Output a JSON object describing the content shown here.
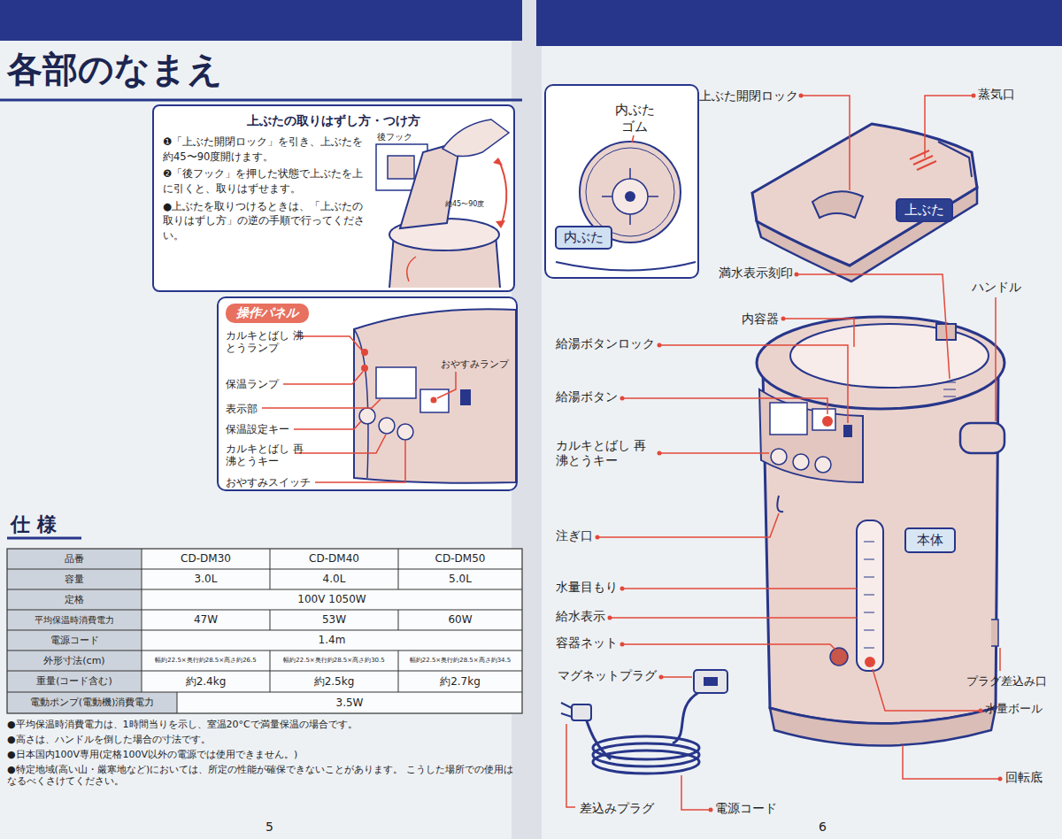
{
  "diagram": {
    "title": "各部のなまえ",
    "nodes": [
      {
        "text": [
          "上ぶたの取りはずし方・つけ方",
          "❶「上ぶた開閉ロック」を引き、上ぶたを約45〜90度開けます。",
          "❷「後フック」を押した状態で上ぶたを上に引くと、取りはずせます。",
          "●上ぶたを取りつけるときは、「上ぶたの取りはずし方」の逆の手順で行ってください。"
        ]
      },
      {
        "text": [
          "操作パネル"
        ]
      },
      {
        "text": [
          "内ぶた ゴム"
        ]
      },
      {
        "text": [
          "内ぶた"
        ],
        "in": 2
      },
      {
        "text": [
          "上ぶた"
        ]
      },
      {
        "text": [
          "本体"
        ]
      }
    ],
    "labels": [
      "後フック",
      "約45〜90度",
      "カルキとばし 沸とうランプ",
      "保温ランプ",
      "表示部",
      "保温設定キー",
      "カルキとばし 再沸とうキー",
      "おやすみスイッチ",
      "おやすみランプ",
      "仕 様",
      "品番",
      "CD-DM30",
      "CD-DM40",
      "CD-DM50",
      "容量",
      "3.0L",
      "4.0L",
      "5.0L",
      "定格",
      "100V 1050W",
      "平均保温時消費電力",
      "47W",
      "53W",
      "60W",
      "電源コード",
      "1.4m",
      "外形寸法(cm)",
      "幅約22.5×奥行約28.5×高さ約26.5",
      "幅約22.5×奥行約28.5×高さ約30.5",
      "幅約22.5×奥行約28.5×高さ約34.5",
      "重量(コード含む)",
      "約2.4kg",
      "約2.5kg",
      "約2.7kg",
      "電動ポンプ(電動機)消費電力",
      "3.5W",
      "●平均保温時消費電力は、1時間当りを示し、室温20°Cで満量保温の場合です。",
      "●高さは、ハンドルを倒した場合の寸法です。",
      "●日本国内100V専用(定格100V以外の電源では使用できません。)",
      "●特定地域(高い山・厳寒地など)においては、所定の性能が確保できないことがあります。 こうした場所での使用はなるべくさけてください。",
      "5",
      "上ぶた開閉ロック",
      "蒸気口",
      "満水表示刻印",
      "ハンドル",
      "内容器",
      "給湯ボタンロック",
      "給湯ボタン",
      "カルキとばし 再沸とうキー",
      "注ぎ口",
      "水量目もり",
      "給水表示",
      "容器ネット",
      "マグネットプラグ",
      "プラグ差込み口",
      "水量ボール",
      "回転底",
      "差込みプラグ",
      "電源コード",
      "6"
    ]
  }
}
